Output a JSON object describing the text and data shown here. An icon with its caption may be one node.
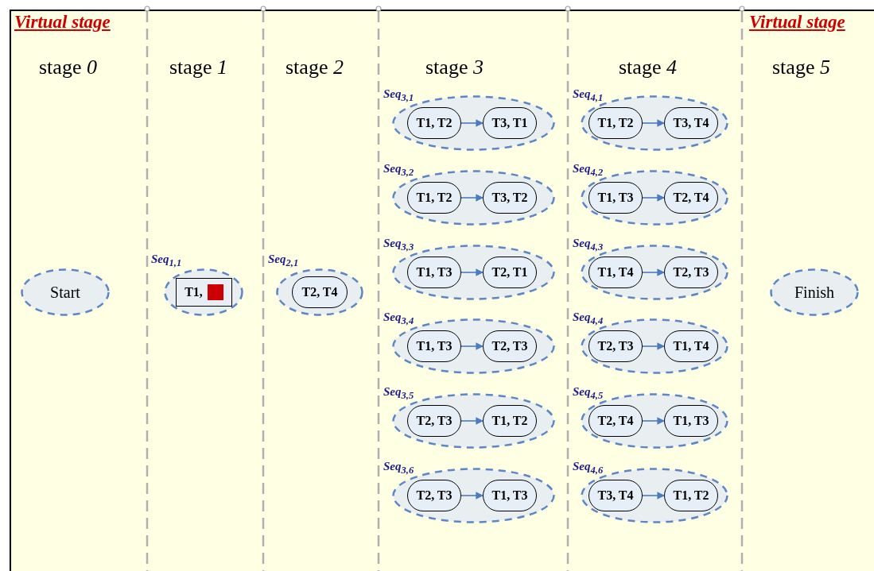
{
  "diagram": {
    "nodes": [
      {
        "text": [
          "Start"
        ]
      },
      {
        "text": [
          "Seq$_{1,1}$"
        ]
      },
      {
        "text": [
          "T1,"
        ],
        "in": 1
      },
      {
        "text": [
          "Seq$_{2,1}$"
        ]
      },
      {
        "text": [
          "T2, T4"
        ],
        "in": 3
      },
      {
        "text": [
          "Seq$_{3,1}$"
        ]
      },
      {
        "text": [
          "T1, T2"
        ],
        "in": 5
      },
      {
        "text": [
          "T3, T1"
        ],
        "in": 5
      },
      {
        "text": [
          "Seq$_{3,2}$"
        ]
      },
      {
        "text": [
          "T1, T2"
        ],
        "in": 8
      },
      {
        "text": [
          "T3, T2"
        ],
        "in": 8
      },
      {
        "text": [
          "Seq$_{3,3}$"
        ]
      },
      {
        "text": [
          "T1, T3"
        ],
        "in": 11
      },
      {
        "text": [
          "T2, T1"
        ],
        "in": 11
      },
      {
        "text": [
          "Seq$_{3,4}$"
        ]
      },
      {
        "text": [
          "T1, T3"
        ],
        "in": 14
      },
      {
        "text": [
          "T2, T3"
        ],
        "in": 14
      },
      {
        "text": [
          "Seq$_{3,5}$"
        ]
      },
      {
        "text": [
          "T2, T3"
        ],
        "in": 17
      },
      {
        "text": [
          "T1, T2"
        ],
        "in": 17
      },
      {
        "text": [
          "Seq$_{3,6}$"
        ]
      },
      {
        "text": [
          "T2, T3"
        ],
        "in": 20
      },
      {
        "text": [
          "T1, T3"
        ],
        "in": 20
      },
      {
        "text": [
          "Seq$_{4,1}$"
        ]
      },
      {
        "text": [
          "T1, T2"
        ],
        "in": 23
      },
      {
        "text": [
          "T3, T4"
        ],
        "in": 23
      },
      {
        "text": [
          "Seq$_{4,2}$"
        ]
      },
      {
        "text": [
          "T1, T3"
        ],
        "in": 26
      },
      {
        "text": [
          "T2, T4"
        ],
        "in": 26
      },
      {
        "text": [
          "Seq$_{4,3}$"
        ]
      },
      {
        "text": [
          "T1, T4"
        ],
        "in": 29
      },
      {
        "text": [
          "T2, T3"
        ],
        "in": 29
      },
      {
        "text": [
          "Seq$_{4,4}$"
        ]
      },
      {
        "text": [
          "T2, T3"
        ],
        "in": 32
      },
      {
        "text": [
          "T1, T4"
        ],
        "in": 32
      },
      {
        "text": [
          "Seq$_{4,5}$"
        ]
      },
      {
        "text": [
          "T2, T4"
        ],
        "in": 35
      },
      {
        "text": [
          "T1, T3"
        ],
        "in": 35
      },
      {
        "text": [
          "Seq$_{4,6}$"
        ]
      },
      {
        "text": [
          "T3, T4"
        ],
        "in": 38
      },
      {
        "text": [
          "T1, T2"
        ],
        "in": 38
      },
      {
        "text": [
          "Finish"
        ]
      }
    ],
    "edges": [
      {
        "from": 6,
        "to": 7,
        "arrow": "to"
      },
      {
        "from": 9,
        "to": 10,
        "arrow": "to"
      },
      {
        "from": 12,
        "to": 13,
        "arrow": "to"
      },
      {
        "from": 15,
        "to": 16,
        "arrow": "to"
      },
      {
        "from": 18,
        "to": 19,
        "arrow": "to"
      },
      {
        "from": 21,
        "to": 22,
        "arrow": "to"
      },
      {
        "from": 24,
        "to": 25,
        "arrow": "to"
      },
      {
        "from": 27,
        "to": 28,
        "arrow": "to"
      },
      {
        "from": 30,
        "to": 31,
        "arrow": "to"
      },
      {
        "from": 33,
        "to": 34,
        "arrow": "to"
      },
      {
        "from": 36,
        "to": 37,
        "arrow": "to"
      },
      {
        "from": 39,
        "to": 40,
        "arrow": "to"
      }
    ],
    "labels": [
      "Virtual stage",
      "Virtual stage",
      "stage *0*",
      "stage *1*",
      "stage *2*",
      "stage *3*",
      "stage *4*",
      "stage *5*"
    ]
  }
}
